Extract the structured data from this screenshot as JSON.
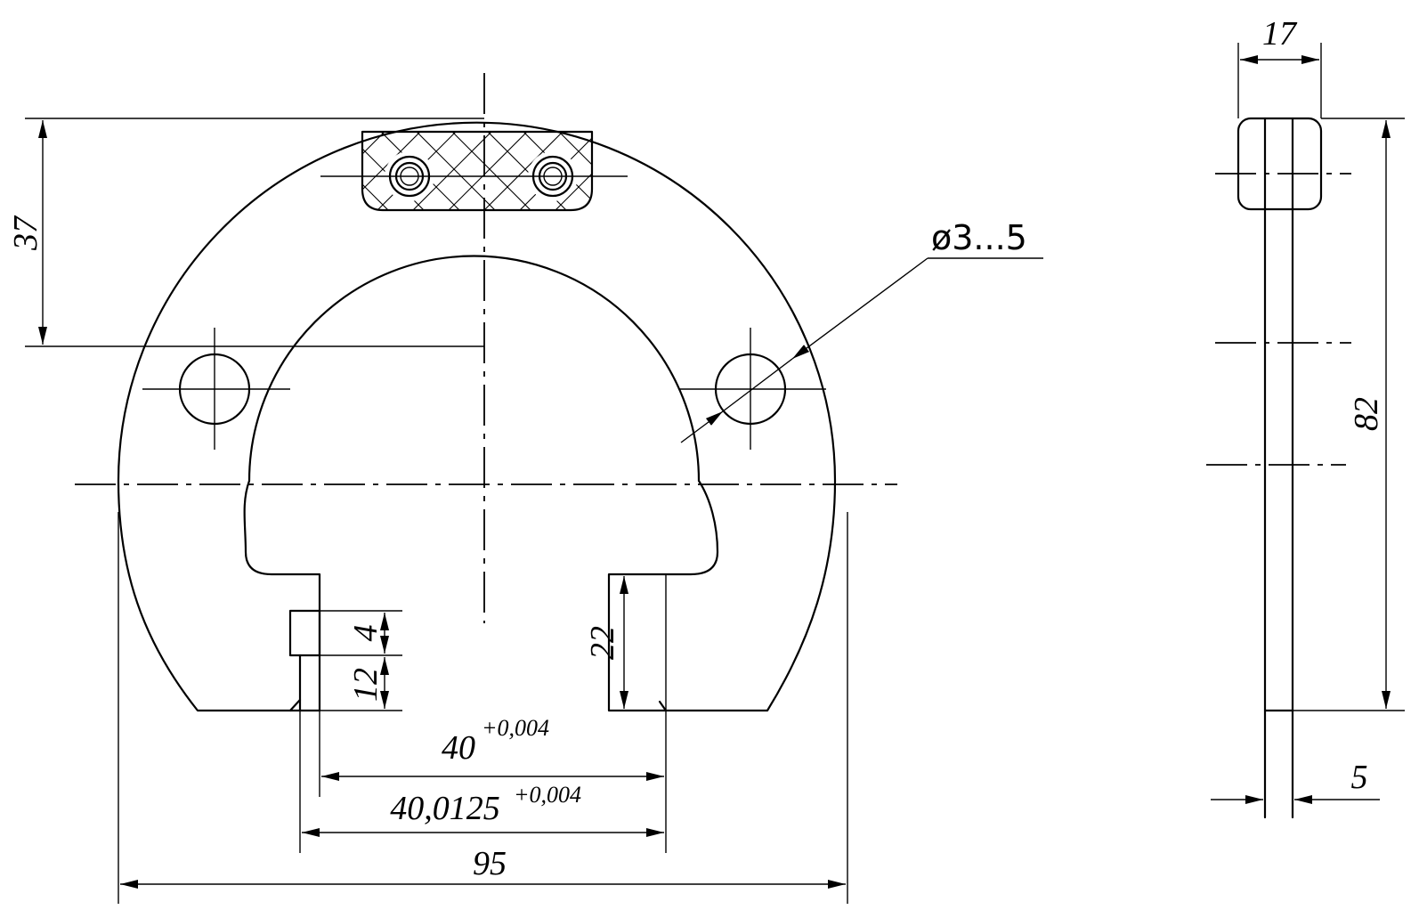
{
  "dimensions": {
    "height_top": "37",
    "hole_diameter": "ø3...5",
    "thickness": "17",
    "overall_height": "82",
    "slot_width": "5",
    "step_height": "4",
    "slot_depth": "12",
    "jaw_depth": "22",
    "opening_nominal": "40",
    "opening_tolerance": "+0,004",
    "gauge_nominal": "40,0125",
    "gauge_tolerance": "+0,004",
    "overall_width": "95"
  }
}
